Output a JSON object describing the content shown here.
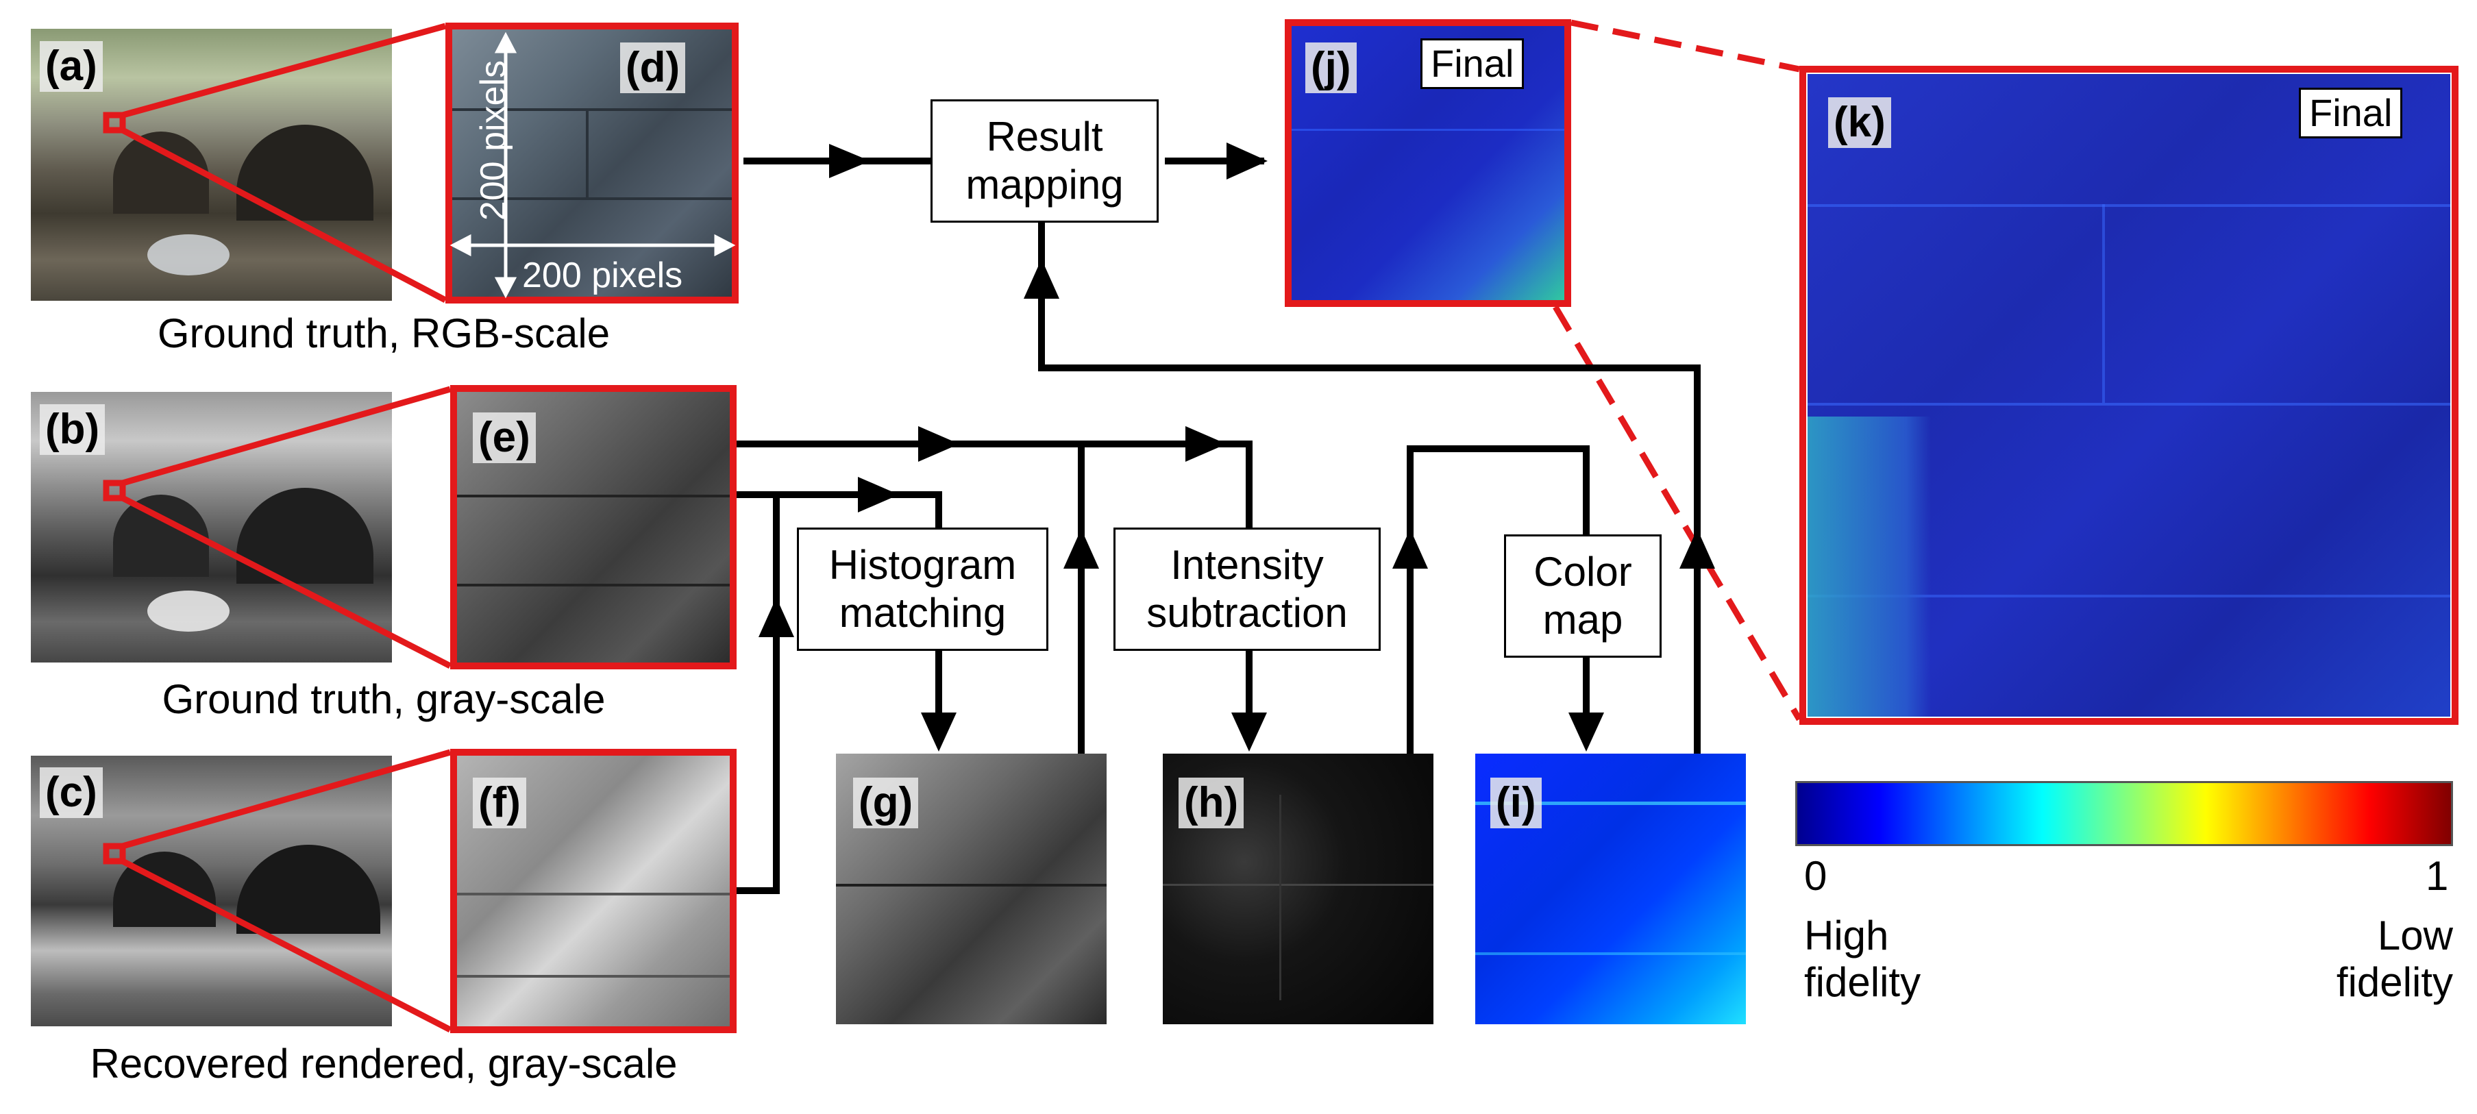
{
  "panels": {
    "a": "(a)",
    "b": "(b)",
    "c": "(c)",
    "d": "(d)",
    "e": "(e)",
    "f": "(f)",
    "g": "(g)",
    "h": "(h)",
    "i": "(i)",
    "j": "(j)",
    "k": "(k)"
  },
  "captions": {
    "row1": "Ground truth, RGB-scale",
    "row2": "Ground truth, gray-scale",
    "row3": "Recovered rendered, gray-scale"
  },
  "dimension_labels": {
    "vertical": "200 pixels",
    "horizontal": "200 pixels"
  },
  "process_boxes": {
    "result_mapping": [
      "Result",
      "mapping"
    ],
    "histogram_matching": [
      "Histogram",
      "matching"
    ],
    "intensity_subtraction": [
      "Intensity",
      "subtraction"
    ],
    "color_map": [
      "Color",
      "map"
    ]
  },
  "final_label": "Final",
  "colorbar": {
    "min": "0",
    "max": "1",
    "low_label": [
      "High",
      "fidelity"
    ],
    "high_label": [
      "Low",
      "fidelity"
    ],
    "colors": [
      "#00008f",
      "#0000ff",
      "#0080ff",
      "#00ffff",
      "#80ff80",
      "#ffff00",
      "#ff8000",
      "#ff0000",
      "#800000"
    ]
  },
  "accent_colors": {
    "frame": "#e3191b",
    "arrow": "#000000"
  }
}
